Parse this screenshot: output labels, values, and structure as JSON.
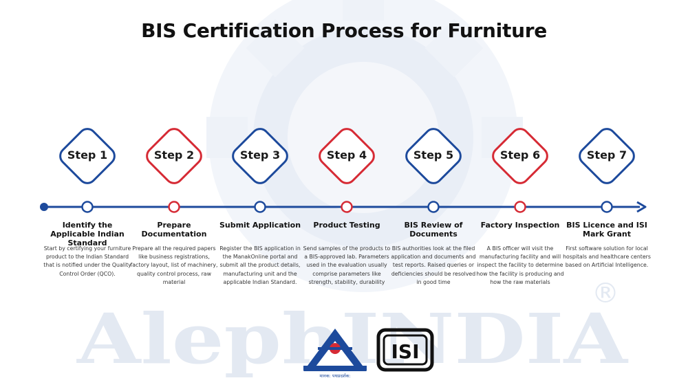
{
  "title": "BIS Certification Process for Furniture",
  "watermark": {
    "text": "AlephINDIA",
    "mark": "®"
  },
  "colors": {
    "blue": "#1d4a9c",
    "red": "#d62b35",
    "watermark": "#e6ebf3"
  },
  "steps": [
    {
      "label": "Step 1",
      "heading": "Identify the Applicable Indian Standard",
      "description": "Start by certifying your furniture product to the Indian Standard that is notified under the Quality Control Order (QCO).",
      "color": "blue"
    },
    {
      "label": "Step 2",
      "heading": "Prepare Documentation",
      "description": "Prepare all the required papers like business registrations, factory layout, list of machinery, quality control process, raw material",
      "color": "red"
    },
    {
      "label": "Step 3",
      "heading": "Submit Application",
      "description": "Register the BIS application in the ManakOnline portal and submit all the product details, manufacturing unit and the applicable Indian Standard.",
      "color": "blue"
    },
    {
      "label": "Step 4",
      "heading": "Product Testing",
      "description": "Send samples of the products to a BIS-approved lab. Parameters used in the evaluation usually comprise parameters like strength, stability, durability",
      "color": "red"
    },
    {
      "label": "Step 5",
      "heading": "BIS Review of Documents",
      "description": "BIS authorities look at the filed application and documents and test reports. Raised queries or deficiencies should be resolved in good time",
      "color": "blue"
    },
    {
      "label": "Step 6",
      "heading": "Factory Inspection",
      "description": "A BIS officer will visit the manufacturing facility and will inspect the facility to determine how the facility is producing and how the raw materials",
      "color": "red"
    },
    {
      "label": "Step 7",
      "heading": "BIS Licence and ISI Mark Grant",
      "description": "First software solution for local hospitals and healthcare centers based on Artificial Intelligence.",
      "color": "blue"
    }
  ],
  "logos": {
    "bis_icon": "bis-logo-icon",
    "bis_text": "मानक: पथप्रदर्शक:",
    "isi_icon": "isi-mark-icon",
    "isi_text": "ISI"
  }
}
